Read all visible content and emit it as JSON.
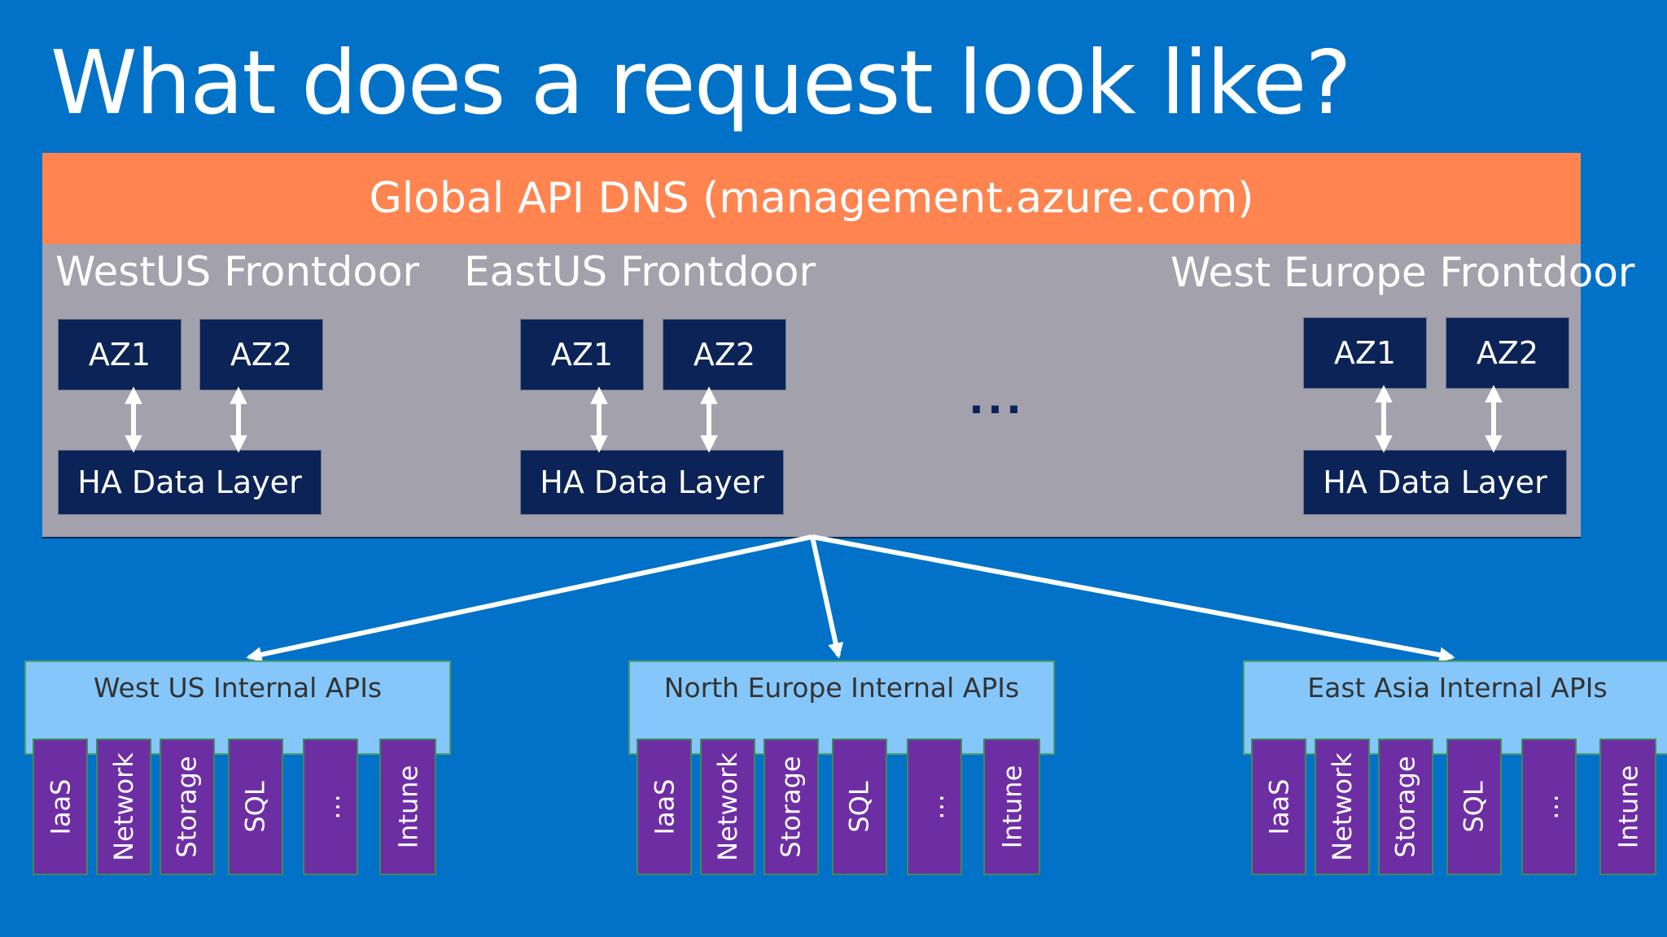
{
  "slide": {
    "title": "What does a request look like?"
  },
  "dns_bar": {
    "label": "Global API DNS (management.azure.com)"
  },
  "frontdoors": [
    {
      "name": "WestUS Frontdoor",
      "az1": "AZ1",
      "az2": "AZ2",
      "data_layer": "HA Data Layer"
    },
    {
      "name": "EastUS Frontdoor",
      "az1": "AZ1",
      "az2": "AZ2",
      "data_layer": "HA Data Layer"
    },
    {
      "name": "West Europe Frontdoor",
      "az1": "AZ1",
      "az2": "AZ2",
      "data_layer": "HA Data Layer"
    }
  ],
  "frontdoor_ellipsis": "...",
  "regions": [
    {
      "label": "West US Internal APIs",
      "services": [
        "IaaS",
        "Network",
        "Storage",
        "SQL",
        "…",
        "Intune"
      ]
    },
    {
      "label": "North Europe Internal APIs",
      "services": [
        "IaaS",
        "Network",
        "Storage",
        "SQL",
        "…",
        "Intune"
      ]
    },
    {
      "label": "East Asia Internal APIs",
      "services": [
        "IaaS",
        "Network",
        "Storage",
        "SQL",
        "…",
        "Intune"
      ]
    }
  ],
  "colors": {
    "background": "#0272c8",
    "dns_bar": "#ff8450",
    "frontdoor_panel": "#a2a1ac",
    "az_box": "#0b2356",
    "region_box": "#85c7fb",
    "service_box": "#6e2ea3",
    "arrow": "#ffffff"
  }
}
